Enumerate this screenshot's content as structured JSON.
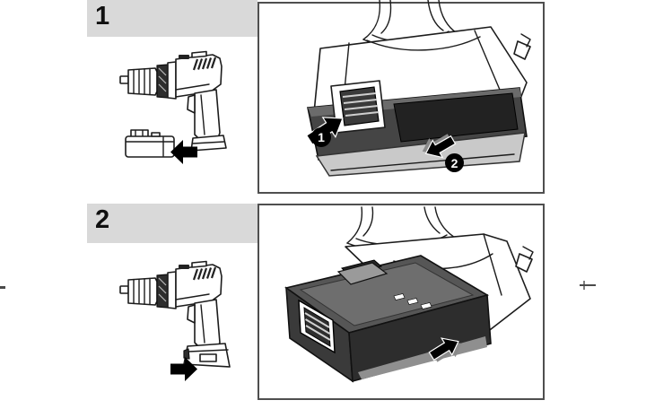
{
  "figure": {
    "steps": [
      {
        "number": "1",
        "left_illustration_icons": [
          "drill-side-icon",
          "battery-pack-icon",
          "arrow-left-icon"
        ],
        "detail_callouts": [
          {
            "label": "1",
            "icon": "arrow-up-right-icon"
          },
          {
            "label": "2",
            "icon": "arrow-down-left-icon"
          }
        ]
      },
      {
        "number": "2",
        "left_illustration_icons": [
          "drill-side-with-battery-icon",
          "arrow-right-icon"
        ],
        "detail_callouts": []
      }
    ],
    "page_marks": [
      "left-crop-mark",
      "right-crop-mark"
    ]
  },
  "colors": {
    "page_bg": "#ffffff",
    "step_band_bg": "#d9d9d9",
    "line_art": "#1c1c1c",
    "detail_box_border": "#4f4f4f",
    "battery_dark": "#454545",
    "callout_bg": "#000000",
    "callout_text": "#ffffff"
  }
}
